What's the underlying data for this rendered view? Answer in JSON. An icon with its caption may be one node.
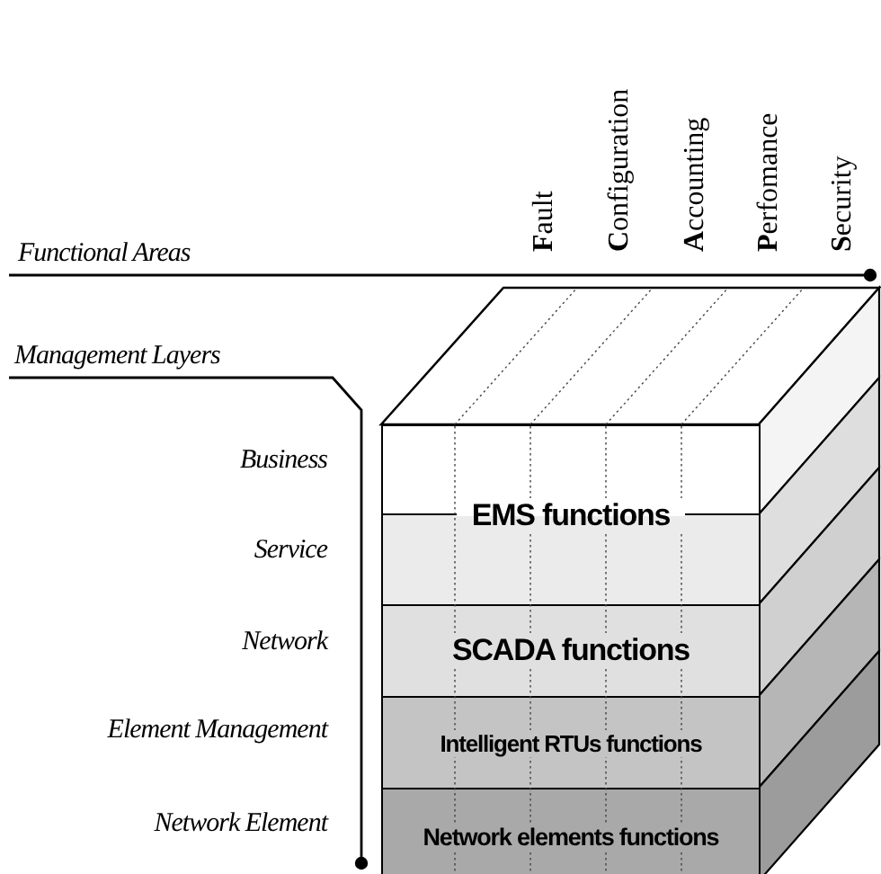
{
  "diagram": {
    "nodes": [
      {
        "text": [
          "EMS functions"
        ]
      },
      {
        "text": [
          "SCADA functions"
        ]
      },
      {
        "text": [
          "Intelligent RTUs functions"
        ]
      },
      {
        "text": [
          "Network elements functions"
        ]
      }
    ],
    "edges": [],
    "labels": [
      "**F**ault",
      "**C**onfiguration",
      "**A**ccounting",
      "**P**erfomance",
      "**S**ecurity",
      "Functional Areas",
      "Management Layers",
      "Business",
      "Service",
      "Network",
      "Element Management",
      "Network Element"
    ]
  }
}
